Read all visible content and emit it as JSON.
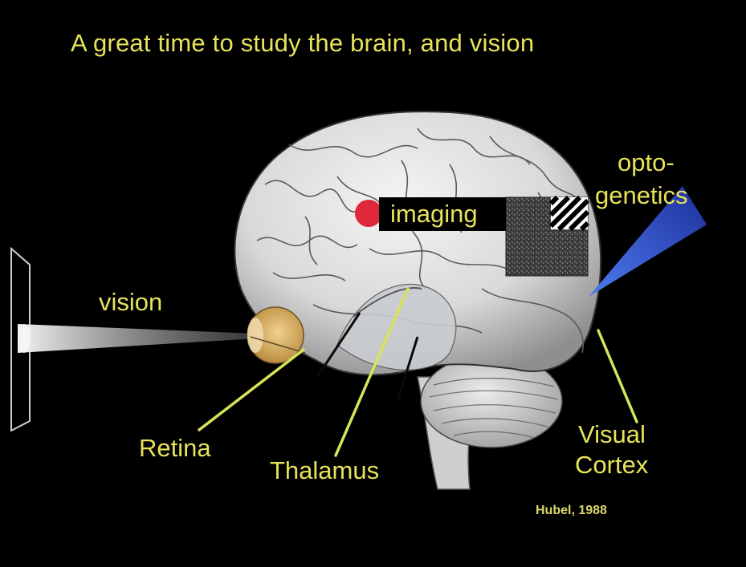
{
  "title": "A great time to study the brain, and vision",
  "labels": {
    "vision": "vision",
    "imaging": "imaging",
    "opto_line1": "opto-",
    "opto_line2": "genetics",
    "retina": "Retina",
    "thalamus": "Thalamus",
    "visual_line1": "Visual",
    "visual_line2": "Cortex",
    "credit": "Hubel, 1988"
  },
  "colors": {
    "background": "#000000",
    "label_text": "#e6e35a",
    "pointer_lines": "#d8e25a",
    "imaging_dot": "#e0283c",
    "optogenetics_beam": "#2f4fcf"
  }
}
